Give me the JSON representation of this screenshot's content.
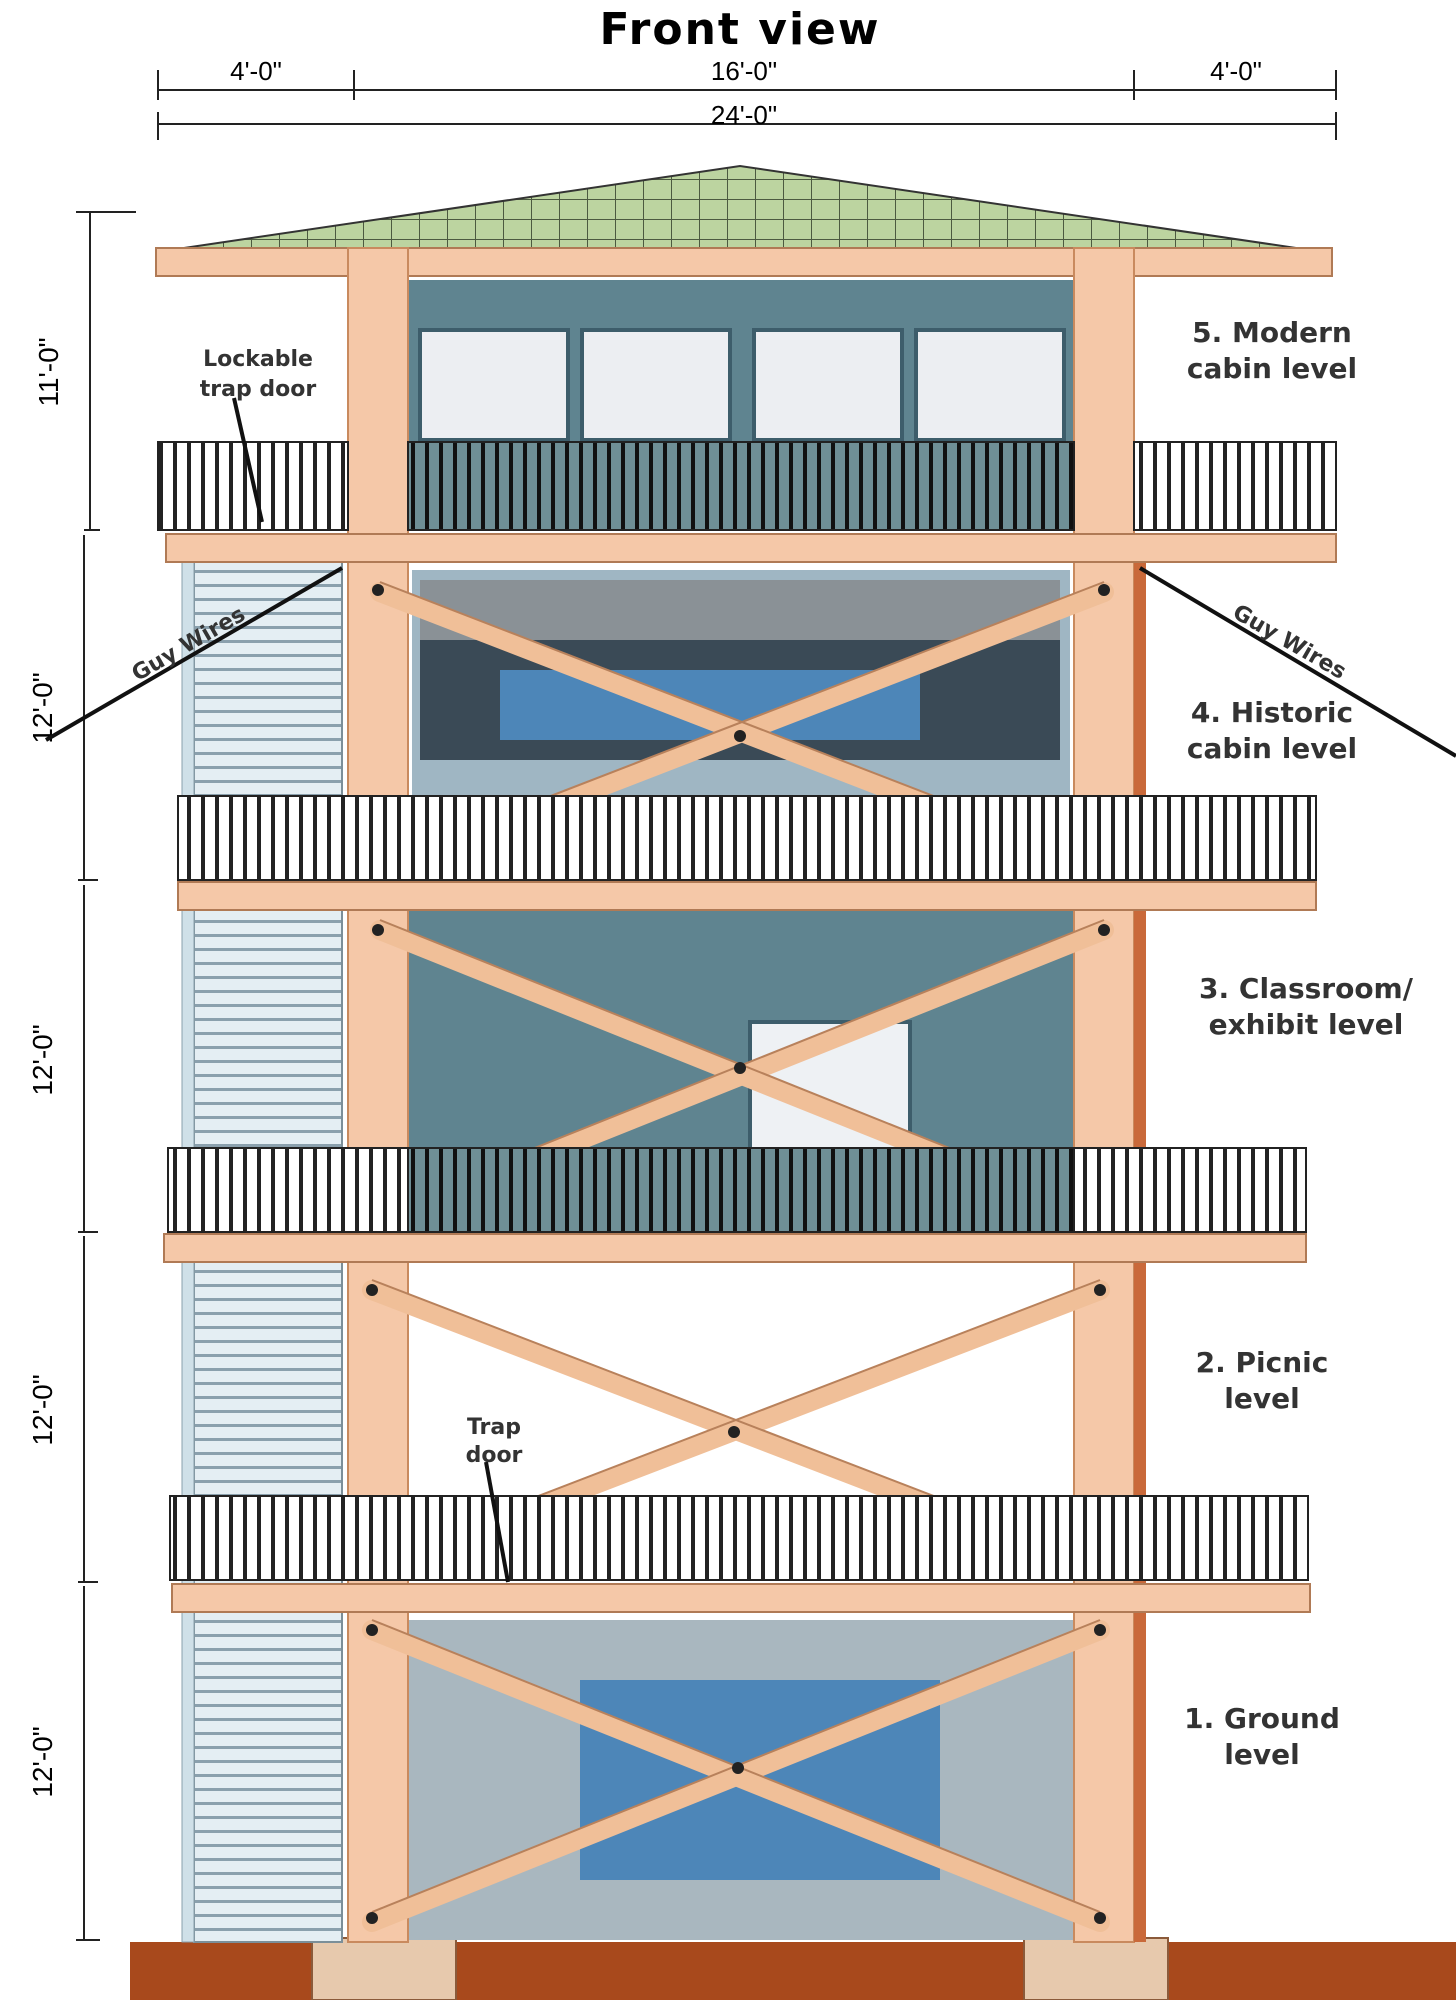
{
  "title": "Front view",
  "dimensions": {
    "top_left": "4'-0\"",
    "top_mid": "16'-0\"",
    "top_right": "4'-0\"",
    "total": "24'-0\"",
    "level5": "11'-0\"",
    "level4": "12'-0\"",
    "level3": "12'-0\"",
    "level2": "12'-0\"",
    "level1": "12'-0\""
  },
  "levels": {
    "l5_line1": "5. Modern",
    "l5_line2": "cabin level",
    "l4_line1": "4. Historic",
    "l4_line2": "cabin level",
    "l3_line1": "3. Classroom/",
    "l3_line2": "exhibit level",
    "l2_line1": "2. Picnic",
    "l2_line2": "level",
    "l1_line1": "1. Ground",
    "l1_line2": "level"
  },
  "annotations": {
    "lockable_1": "Lockable",
    "lockable_2": "trap door",
    "guy_left": "Guy Wires",
    "guy_right": "Guy Wires",
    "trap_1": "Trap",
    "trap_2": "door"
  },
  "colors": {
    "timber": "#f5c8a8",
    "timber_stroke": "#c98a5e",
    "wall": "#5f8490",
    "roof": "#b9cf9e",
    "ground": "#a8491c",
    "stair": "#d5e4ec"
  }
}
